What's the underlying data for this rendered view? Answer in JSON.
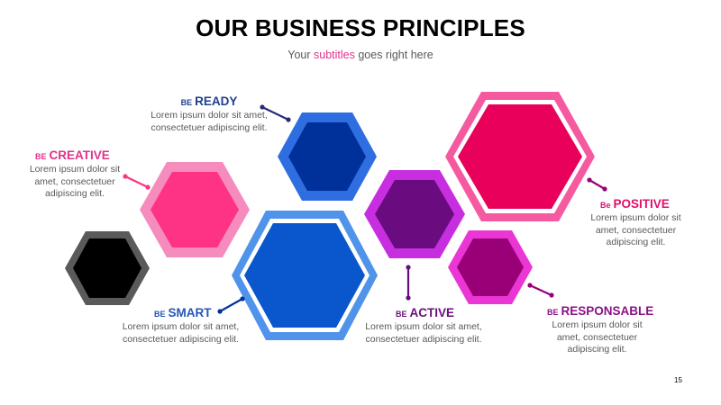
{
  "title": "OUR BUSINESS PRINCIPLES",
  "subtitle": {
    "before": "Your ",
    "accent": "subtitles",
    "after": " goes right here"
  },
  "principles": [
    {
      "prefix": "BE",
      "label": "READY",
      "text": "Lorem ipsum dolor sit amet, consectetuer adipiscing elit.",
      "color": "#1f3f8f"
    },
    {
      "prefix": "BE",
      "label": "CREATIVE",
      "text": "Lorem ipsum dolor sit amet, consectetuer adipiscing elit.",
      "color": "#e0338a"
    },
    {
      "prefix": "BE",
      "label": "SMART",
      "text": "Lorem ipsum dolor sit amet, consectetuer adipiscing elit.",
      "color": "#2456b8"
    },
    {
      "prefix": "BE",
      "label": "ACTIVE",
      "text": "Lorem ipsum dolor sit amet, consectetuer adipiscing elit.",
      "color": "#6a0f7a"
    },
    {
      "prefix": "Be",
      "label": "POSITIVE",
      "text": "Lorem ipsum dolor sit amet, consectetuer adipiscing elit.",
      "color": "#e0106a"
    },
    {
      "prefix": "BE",
      "label": "RESPONSABLE",
      "text": "Lorem ipsum dolor sit amet, consectetuer adipiscing elit.",
      "color": "#8a1285"
    }
  ],
  "colors": {
    "black_outer": "#5a5a5a",
    "black_inner": "#000000",
    "creative_outer": "#f58cbd",
    "creative_inner": "#ff3385",
    "ready_outer": "#2f6ee0",
    "ready_inner": "#00309a",
    "smart_outer": "#4f93ea",
    "smart_inner": "#0a56cc",
    "active_outer": "#c72ee0",
    "active_inner": "#6a0b80",
    "positive_outer": "#f55aa0",
    "positive_inner": "#e8005a",
    "responsable_outer": "#ea36d4",
    "responsable_inner": "#990077",
    "connector": "#2a2a7a"
  },
  "page_number": "15"
}
